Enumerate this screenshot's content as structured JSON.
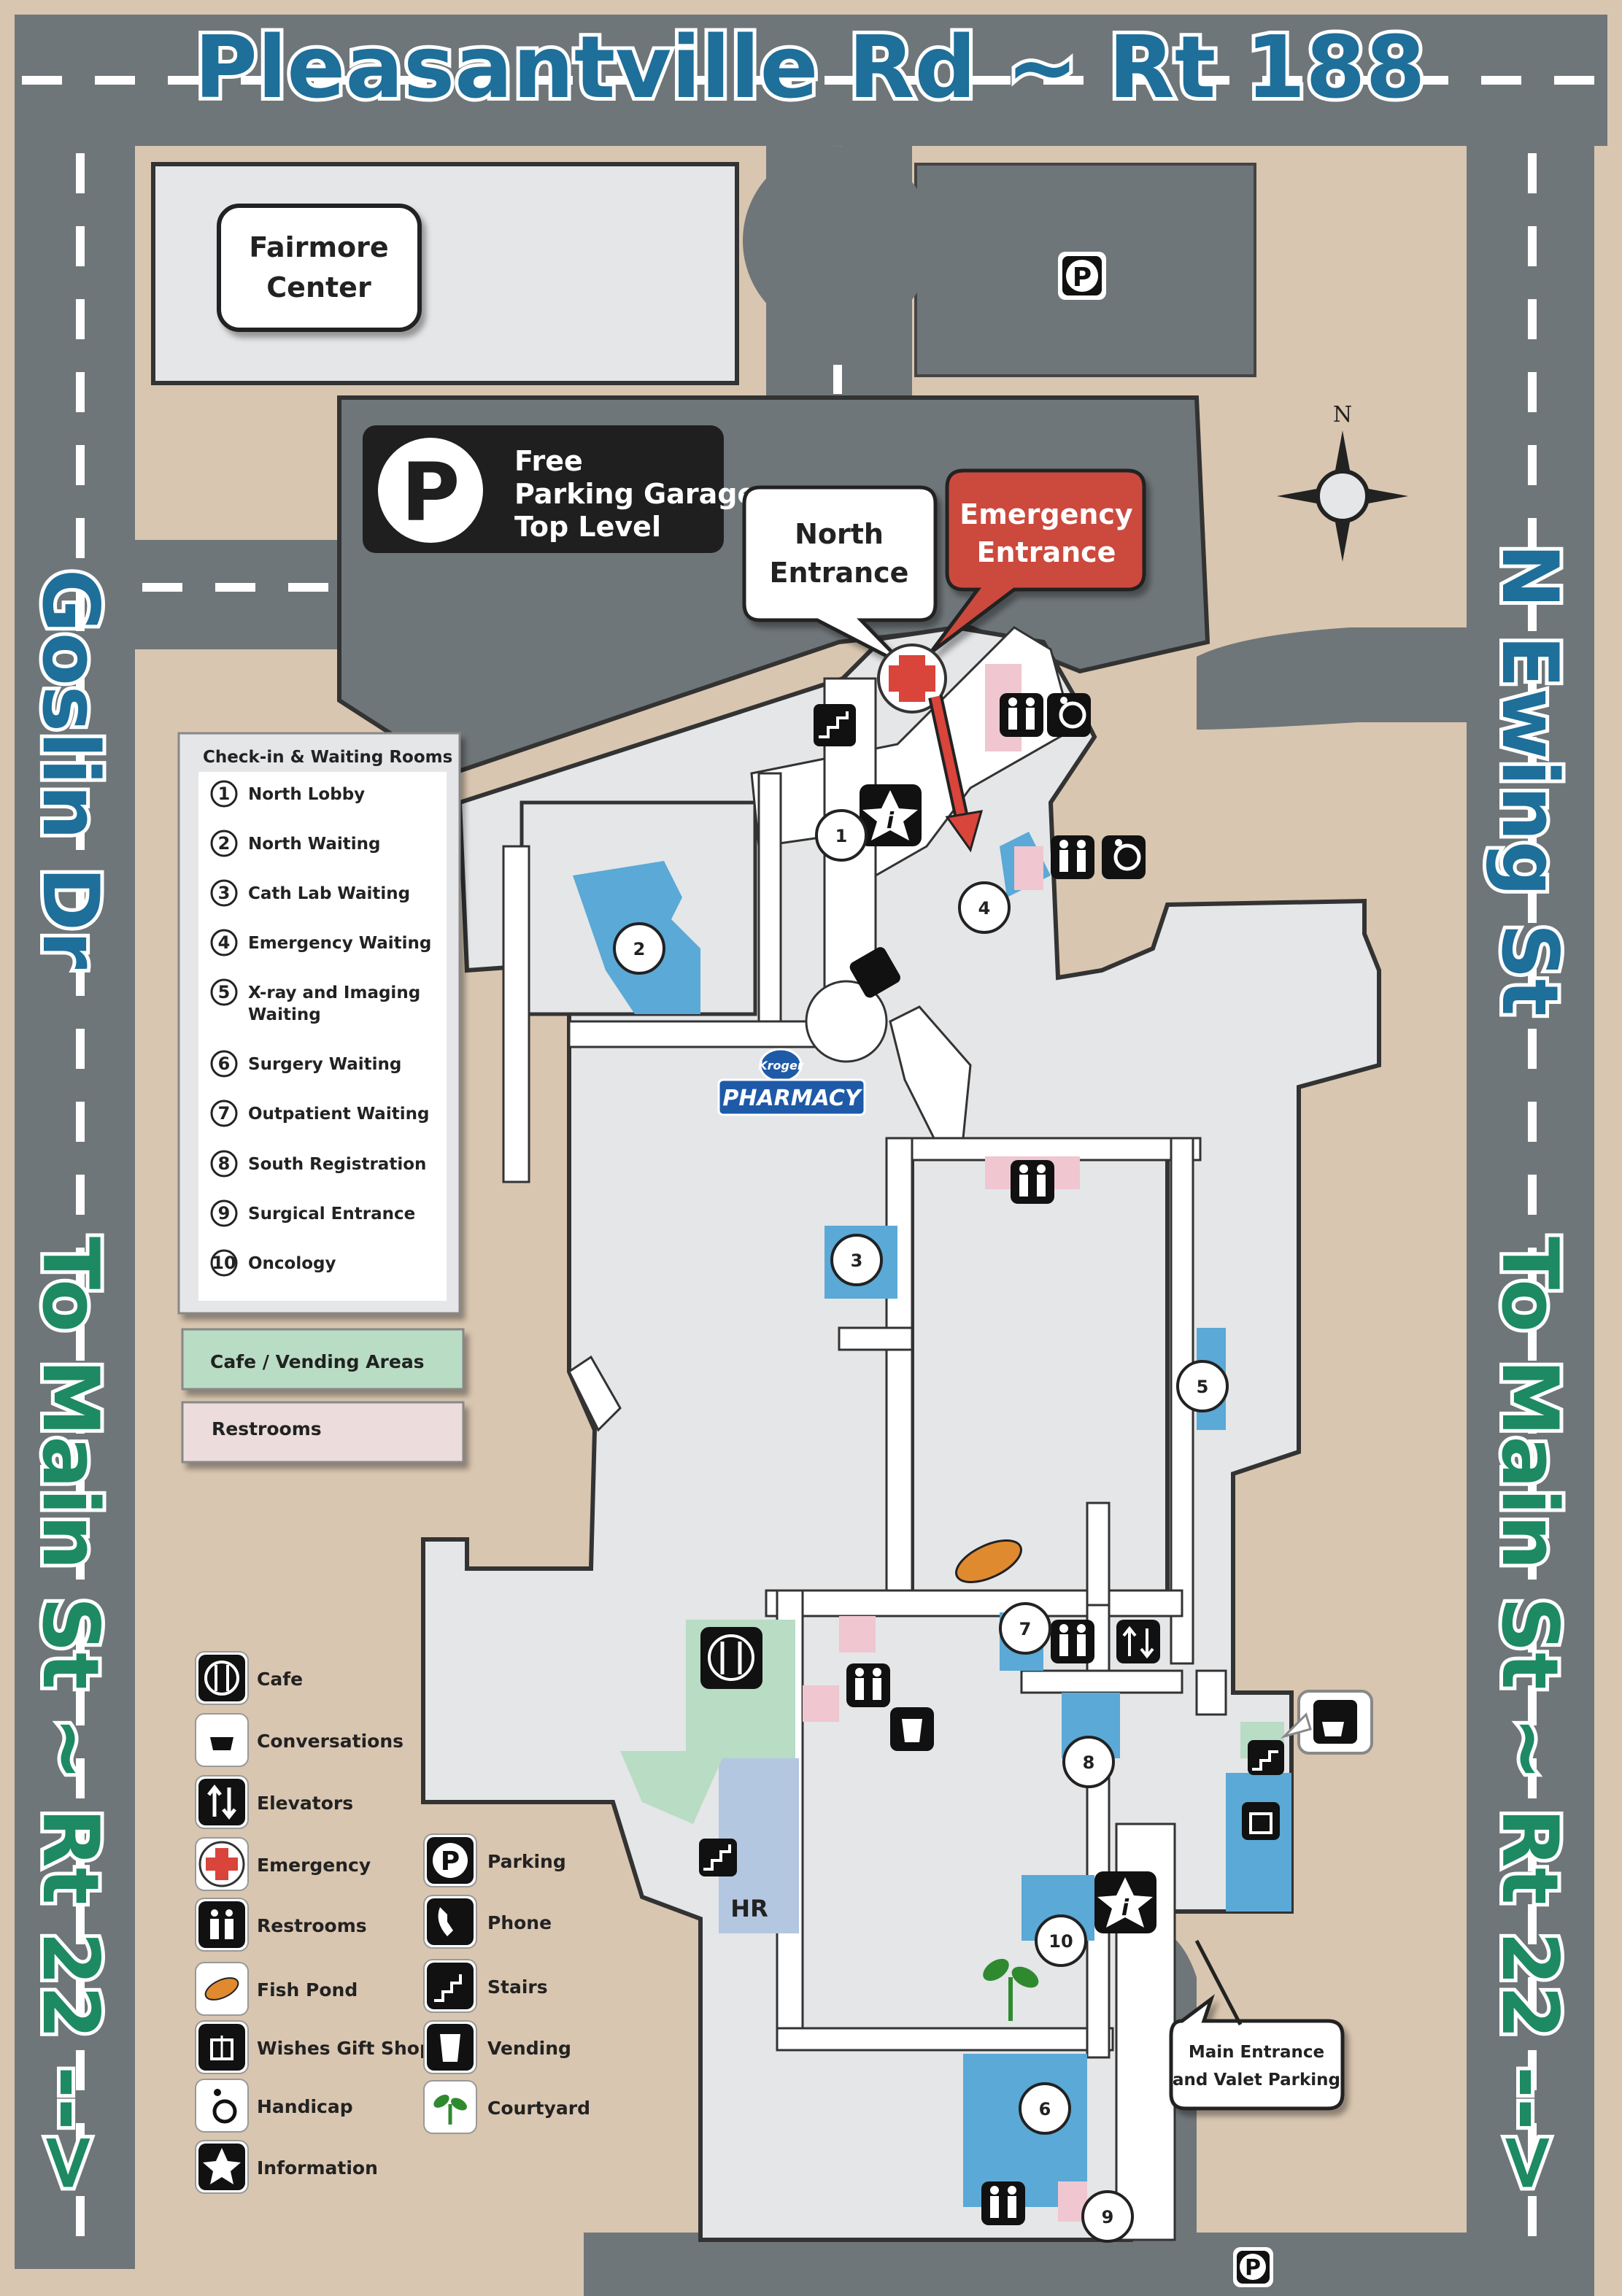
{
  "roads": {
    "top": "Pleasantville Rd ~ Rt 188",
    "left": "Goslin Dr",
    "right": "N Ewing St",
    "left_main": "To Main St ~ Rt 22 -->",
    "right_main": "To Main St ~ Rt 22 -->"
  },
  "places": {
    "fairmore": [
      "Fairmore",
      "Center"
    ],
    "garage": [
      "Free",
      "Parking Garage",
      "Top Level"
    ],
    "north_entrance": [
      "North",
      "Entrance"
    ],
    "emergency_entrance": [
      "Emergency",
      "Entrance"
    ],
    "main_entrance": [
      "Main Entrance",
      "and Valet Parking"
    ],
    "hr": "HR",
    "pharmacy_brand": "Kroger",
    "pharmacy": "PHARMACY",
    "compass_n": "N",
    "parking_symbol": "P"
  },
  "checkin": {
    "title": "Check-in & Waiting Rooms",
    "items": [
      {
        "num": "1",
        "label": "North Lobby"
      },
      {
        "num": "2",
        "label": "North Waiting"
      },
      {
        "num": "3",
        "label": "Cath Lab Waiting"
      },
      {
        "num": "4",
        "label": "Emergency Waiting"
      },
      {
        "num": "5",
        "label": "X-ray and Imaging",
        "label2": "Waiting"
      },
      {
        "num": "6",
        "label": "Surgery Waiting"
      },
      {
        "num": "7",
        "label": "Outpatient Waiting"
      },
      {
        "num": "8",
        "label": "South Registration"
      },
      {
        "num": "9",
        "label": "Surgical Entrance"
      },
      {
        "num": "10",
        "label": "Oncology"
      }
    ]
  },
  "area_legend": {
    "cafe": "Cafe / Vending Areas",
    "restrooms": "Restrooms"
  },
  "symbols_left": [
    "Cafe",
    "Conversations",
    "Elevators",
    "Emergency",
    "Restrooms",
    "Fish Pond",
    "Wishes Gift Shop",
    "Handicap",
    "Information"
  ],
  "symbols_right": [
    "Parking",
    "Phone",
    "Stairs",
    "Vending",
    "Courtyard"
  ],
  "colors": {
    "road": "#6f7679",
    "ground": "#d9c6b0",
    "building": "#e4e6e8",
    "corridor": "#ffffff",
    "waiting": "#5aa9d6",
    "cafe": "#b9dcc4",
    "restroom": "#f0c6d0",
    "emergency": "#d9443b",
    "label_blue": "#1e6f9a",
    "label_green": "#1d8a63"
  }
}
